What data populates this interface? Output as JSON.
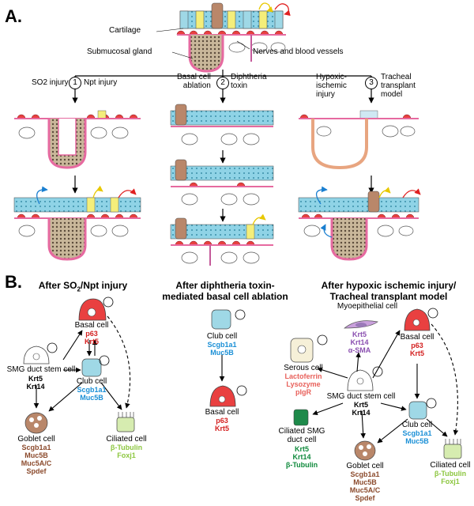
{
  "panel_a": {
    "label": "A.",
    "labels": {
      "cartilage": "Cartilage",
      "submucosal_gland": "Submucosal gland",
      "nerves": "Nerves and blood vessels"
    },
    "injuries": [
      {
        "number": "1",
        "left": "SO2 injury",
        "right": "Npt injury"
      },
      {
        "number": "2",
        "left": "Basal cell\nablation",
        "right": "Diphtheria\ntoxin"
      },
      {
        "number": "3",
        "left": "Hypoxic-\nischemic\ninjury",
        "right": "Tracheal\ntransplant\nmodel"
      }
    ]
  },
  "panel_b": {
    "label": "B.",
    "col1": {
      "title_line1": "After SO",
      "title_sub": "2",
      "title_line1_rest": "/Npt injury",
      "basal": {
        "name": "Basal cell",
        "m1": "p63",
        "m2": "Krt5"
      },
      "smg": {
        "name": "SMG duct stem cell",
        "m1": "Krt5",
        "m2": "Krt14"
      },
      "club": {
        "name": "Club cell",
        "m1": "Scgb1a1",
        "m2": "Muc5B"
      },
      "goblet": {
        "name": "Goblet cell",
        "m1": "Scgb1a1",
        "m2": "Muc5B",
        "m3": "Muc5A/C",
        "m4": "Spdef"
      },
      "ciliated": {
        "name": "Ciliated cell",
        "m1": "β-Tubulin",
        "m2": "Foxj1"
      }
    },
    "col2": {
      "title_line1": "After diphtheria toxin-",
      "title_line2": "mediated basal cell ablation",
      "club": {
        "name": "Club cell",
        "m1": "Scgb1a1",
        "m2": "Muc5B"
      },
      "basal": {
        "name": "Basal cell",
        "m1": "p63",
        "m2": "Krt5"
      }
    },
    "col3": {
      "title_line1": "After hypoxic ischemic injury/",
      "title_line2": "Tracheal transplant model",
      "myo": {
        "name": "Myoepithelial cell",
        "m1": "Krt5",
        "m2": "Krt14",
        "m3": "α-SMA"
      },
      "serous": {
        "name": "Serous cell",
        "m1": "Lactoferrin",
        "m2": "Lysozyme",
        "m3": "pIgR"
      },
      "basal": {
        "name": "Basal cell",
        "m1": "p63",
        "m2": "Krt5"
      },
      "smg": {
        "name": "SMG duct stem cell",
        "m1": "Krt5",
        "m2": "Krt14"
      },
      "ciliated_smg": {
        "name1": "Ciliated SMG",
        "name2": "duct cell",
        "m1": "Krt5",
        "m2": "Krt14",
        "m3": "β-Tubulin"
      },
      "club": {
        "name": "Club cell",
        "m1": "Scgb1a1",
        "m2": "Muc5B"
      },
      "goblet": {
        "name": "Goblet cell",
        "m1": "Scgb1a1",
        "m2": "Muc5B",
        "m3": "Muc5A/C",
        "m4": "Spdef"
      },
      "ciliated": {
        "name": "Ciliated cell",
        "m1": "β-Tubulin",
        "m2": "Foxj1"
      }
    }
  }
}
